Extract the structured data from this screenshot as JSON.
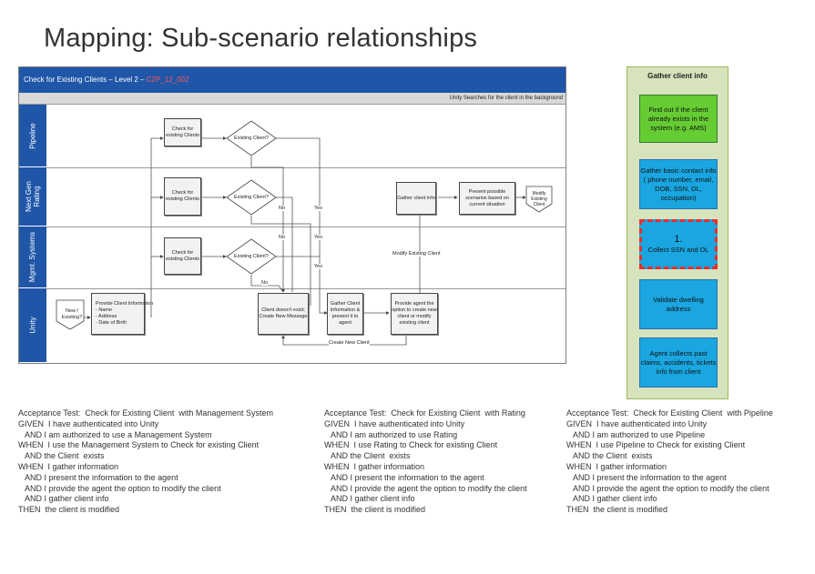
{
  "page_title": "Mapping:  Sub-scenario  relationships",
  "diagram": {
    "header_prefix": "Check for Existing Clients – Level 2 – ",
    "header_code": "C2P_12_002",
    "subheader": "Unity Searches for the client in the background",
    "lanes": [
      "Pipeline",
      "Next Gen\nRating",
      "Mgmt. Systems",
      "Unity"
    ],
    "check_existing_clients": "Check for existing Clients",
    "existing_client_q": "Existing Client?",
    "gather_client_info": "Gather client info",
    "present_scenarios": "Present possible scenarios based on current situation",
    "modify_existing_client_shape": "Modify Existing Client",
    "new_existing": "New / Existing?",
    "provide_client_info": "Provide Client Information\n- Name\n- Address\n- Date of Birth",
    "client_doesnt_exist": "Client doesn't exist; Create New Message",
    "gather_present": "Gather Client Information & present it to agent",
    "provide_agent_option": "Provide agent the option to create new client or modify existing client",
    "label_no": "No",
    "label_yes": "Yes",
    "label_modify_existing": "Modify Existing Client",
    "label_create_new": "Create New Client"
  },
  "panel": {
    "title": "Gather client info",
    "cards": [
      "Find out if the client already exists in the system (e.g. AMS)",
      "Gather basic contact info ( phone number, email, DOB, SSN, DL, occupation)",
      "Collect SSN and DL",
      "Validate dwelling address",
      "Agent collects past claims, accidents, tickets info from client"
    ],
    "highlight_number": "1."
  },
  "acceptance_tests": [
    "Acceptance Test:  Check for Existing Client  with Management System\nGIVEN  I have authenticated into Unity\n   AND I am authorized to use a Management System\nWHEN  I use the Management System to Check for existing Client\n   AND the Client  exists\nWHEN  I gather information\n   AND I present the information to the agent\n   AND I provide the agent the option to modify the client\n   AND I gather client info\nTHEN  the client is modified",
    "Acceptance Test:  Check for Existing Client  with Rating\nGIVEN  I have authenticated into Unity\n   AND I am authorized to use Rating\nWHEN  I use Rating to Check for existing Client\n   AND the Client  exists\nWHEN  I gather information\n   AND I present the information to the agent\n   AND I provide the agent the option to modify the client\n   AND I gather client info\nTHEN  the client is modified",
    "Acceptance Test:  Check for Existing Client  with Pipeline\nGIVEN  I have authenticated into Unity\n   AND I am authorized to use Pipeline\nWHEN  I use Pipeline to Check for existing Client\n   AND the Client  exists\nWHEN  I gather information\n   AND I present the information to the agent\n   AND I provide the agent the option to modify the client\n   AND I gather client info\nTHEN  the client is modified"
  ]
}
